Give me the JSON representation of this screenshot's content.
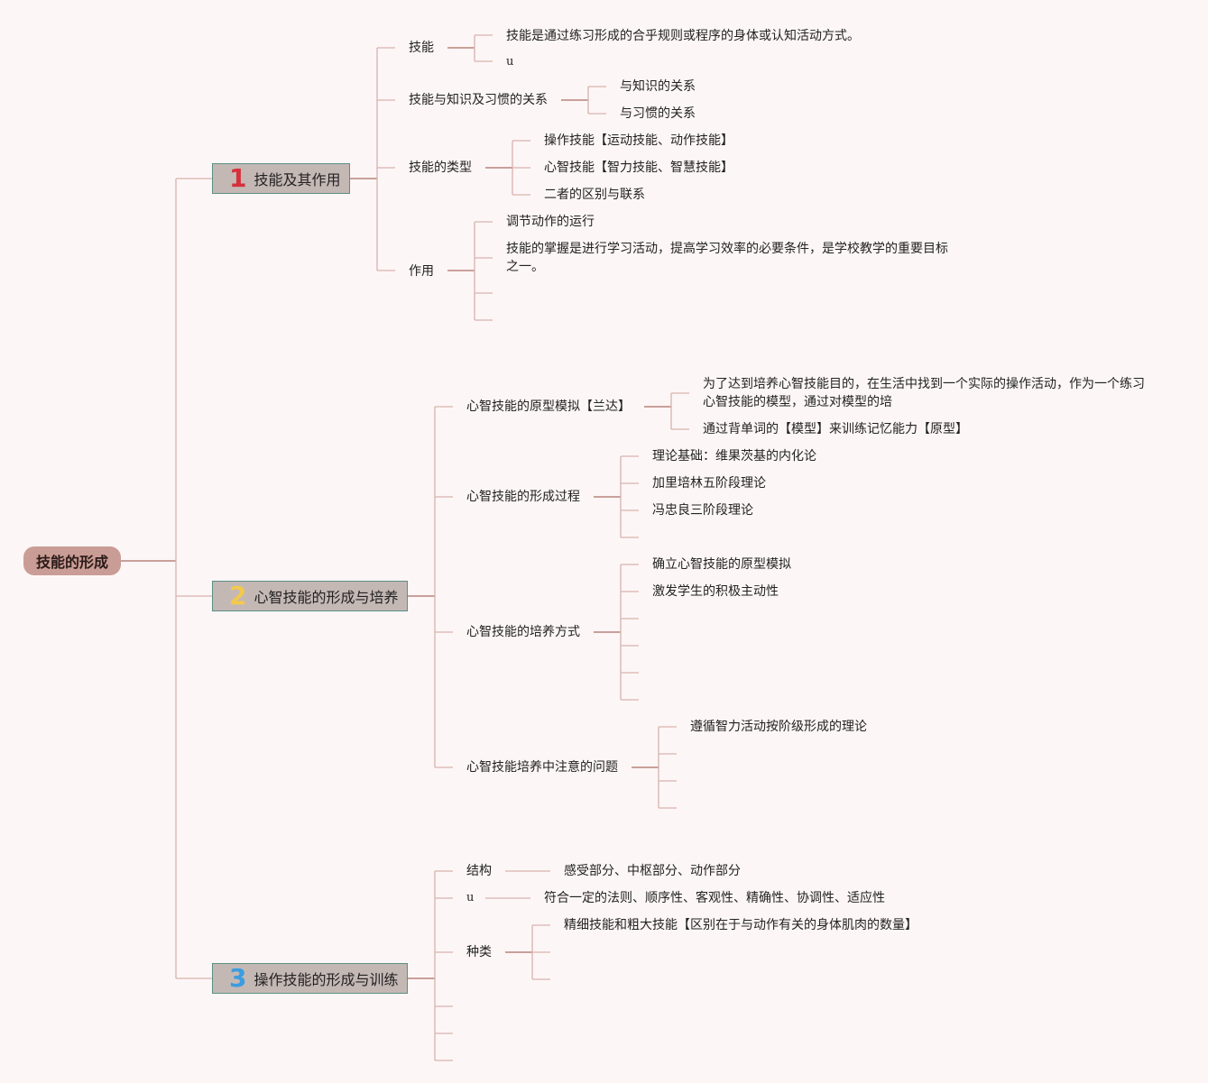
{
  "root": "技能的形成",
  "colors": {
    "root_bg": "#c99d95",
    "branch_bg": "#c4b8b5",
    "num1": "#d6303a",
    "num2": "#f2c94c",
    "num3": "#3b9ce0",
    "line": "#d8b3ae"
  },
  "b1": {
    "num": "1",
    "label": "技能及其作用",
    "c1": {
      "label": "技能",
      "k1": "技能是通过练习形成的合乎规则或程序的身体或认知活动方式。",
      "k2": "u"
    },
    "c2": {
      "label": "技能与知识及习惯的关系",
      "k1": "与知识的关系",
      "k2": "与习惯的关系"
    },
    "c3": {
      "label": "技能的类型",
      "k1": "操作技能【运动技能、动作技能】",
      "k2": "心智技能【智力技能、智慧技能】",
      "k3": "二者的区别与联系"
    },
    "c4": {
      "label": "作用",
      "k1": "调节动作的运行",
      "k2": "技能的掌握是进行学习活动，提高学习效率的必要条件，是学校教学的重要目标之一。"
    }
  },
  "b2": {
    "num": "2",
    "label": "心智技能的形成与培养",
    "c1": {
      "label": "心智技能的原型模拟【兰达】",
      "k1": "为了达到培养心智技能目的，在生活中找到一个实际的操作活动，作为一个练习心智技能的模型，通过对模型的培",
      "k2": "通过背单词的【模型】来训练记忆能力【原型】"
    },
    "c2": {
      "label": "心智技能的形成过程",
      "k1": "理论基础：维果茨基的内化论",
      "k2": "加里培林五阶段理论",
      "k3": "冯忠良三阶段理论"
    },
    "c3": {
      "label": "心智技能的培养方式",
      "k1": "确立心智技能的原型模拟",
      "k2": "激发学生的积极主动性"
    },
    "c4": {
      "label": "心智技能培养中注意的问题",
      "k1": "遵循智力活动按阶级形成的理论"
    }
  },
  "b3": {
    "num": "3",
    "label": "操作技能的形成与训练",
    "c1": {
      "label": "结构",
      "k1": "感受部分、中枢部分、动作部分"
    },
    "c2": {
      "label": "u",
      "k1": "符合一定的法则、顺序性、客观性、精确性、协调性、适应性"
    },
    "c3": {
      "label": "种类",
      "k1": "精细技能和粗大技能【区别在于与动作有关的身体肌肉的数量】"
    }
  }
}
